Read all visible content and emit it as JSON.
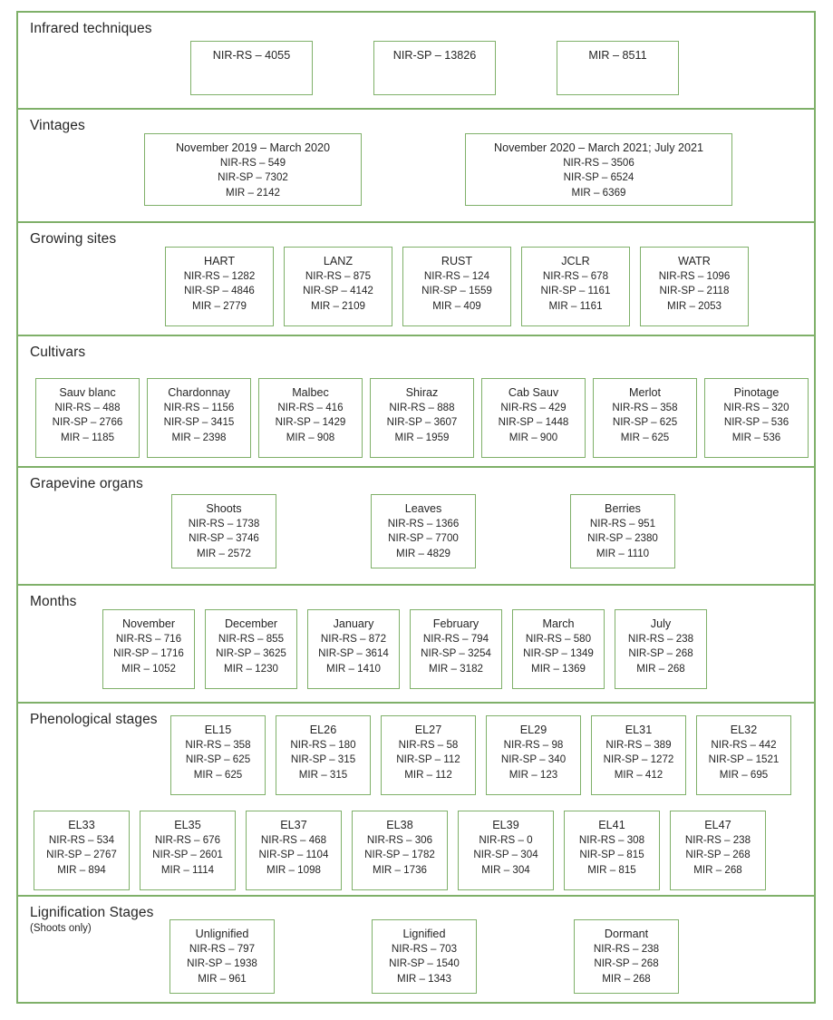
{
  "theme": {
    "border_green": "#7FB069",
    "text": "#262626",
    "background": "#FFFFFF"
  },
  "sections": [
    {
      "label": "Infrared techniques",
      "sublabel": "",
      "boxes": [
        {
          "title": "NIR-RS – 4055",
          "lines": []
        },
        {
          "title": "NIR-SP – 13826",
          "lines": []
        },
        {
          "title": "MIR – 8511",
          "lines": []
        }
      ]
    },
    {
      "label": "Vintages",
      "sublabel": "",
      "boxes": [
        {
          "title": "November 2019 – March 2020",
          "lines": [
            "NIR-RS – 549",
            "NIR-SP – 7302",
            "MIR – 2142"
          ]
        },
        {
          "title": "November 2020 – March 2021; July 2021",
          "lines": [
            "NIR-RS – 3506",
            "NIR-SP – 6524",
            "MIR – 6369"
          ]
        }
      ]
    },
    {
      "label": "Growing sites",
      "sublabel": "",
      "boxes": [
        {
          "title": "HART",
          "lines": [
            "NIR-RS – 1282",
            "NIR-SP – 4846",
            "MIR – 2779"
          ]
        },
        {
          "title": "LANZ",
          "lines": [
            "NIR-RS – 875",
            "NIR-SP – 4142",
            "MIR – 2109"
          ]
        },
        {
          "title": "RUST",
          "lines": [
            "NIR-RS – 124",
            "NIR-SP – 1559",
            "MIR – 409"
          ]
        },
        {
          "title": "JCLR",
          "lines": [
            "NIR-RS – 678",
            "NIR-SP – 1161",
            "MIR – 1161"
          ]
        },
        {
          "title": "WATR",
          "lines": [
            "NIR-RS – 1096",
            "NIR-SP – 2118",
            "MIR – 2053"
          ]
        }
      ]
    },
    {
      "label": "Cultivars",
      "sublabel": "",
      "boxes": [
        {
          "title": "Sauv blanc",
          "lines": [
            "NIR-RS – 488",
            "NIR-SP – 2766",
            "MIR – 1185"
          ]
        },
        {
          "title": "Chardonnay",
          "lines": [
            "NIR-RS – 1156",
            "NIR-SP – 3415",
            "MIR – 2398"
          ]
        },
        {
          "title": "Malbec",
          "lines": [
            "NIR-RS – 416",
            "NIR-SP – 1429",
            "MIR – 908"
          ]
        },
        {
          "title": "Shiraz",
          "lines": [
            "NIR-RS – 888",
            "NIR-SP – 3607",
            "MIR – 1959"
          ]
        },
        {
          "title": "Cab Sauv",
          "lines": [
            "NIR-RS – 429",
            "NIR-SP – 1448",
            "MIR – 900"
          ]
        },
        {
          "title": "Merlot",
          "lines": [
            "NIR-RS – 358",
            "NIR-SP – 625",
            "MIR – 625"
          ]
        },
        {
          "title": "Pinotage",
          "lines": [
            "NIR-RS – 320",
            "NIR-SP – 536",
            "MIR – 536"
          ]
        }
      ]
    },
    {
      "label": "Grapevine organs",
      "sublabel": "",
      "boxes": [
        {
          "title": "Shoots",
          "lines": [
            "NIR-RS – 1738",
            "NIR-SP – 3746",
            "MIR – 2572"
          ]
        },
        {
          "title": "Leaves",
          "lines": [
            "NIR-RS – 1366",
            "NIR-SP – 7700",
            "MIR – 4829"
          ]
        },
        {
          "title": "Berries",
          "lines": [
            "NIR-RS – 951",
            "NIR-SP – 2380",
            "MIR – 1110"
          ]
        }
      ]
    },
    {
      "label": "Months",
      "sublabel": "",
      "boxes": [
        {
          "title": "November",
          "lines": [
            "NIR-RS – 716",
            "NIR-SP – 1716",
            "MIR – 1052"
          ]
        },
        {
          "title": "December",
          "lines": [
            "NIR-RS – 855",
            "NIR-SP – 3625",
            "MIR – 1230"
          ]
        },
        {
          "title": "January",
          "lines": [
            "NIR-RS – 872",
            "NIR-SP – 3614",
            "MIR – 1410"
          ]
        },
        {
          "title": "February",
          "lines": [
            "NIR-RS – 794",
            "NIR-SP – 3254",
            "MIR – 3182"
          ]
        },
        {
          "title": "March",
          "lines": [
            "NIR-RS – 580",
            "NIR-SP – 1349",
            "MIR – 1369"
          ]
        },
        {
          "title": "July",
          "lines": [
            "NIR-RS – 238",
            "NIR-SP – 268",
            "MIR – 268"
          ]
        }
      ]
    },
    {
      "label": "Phenological stages",
      "sublabel": "",
      "boxes_row1": [
        {
          "title": "EL15",
          "lines": [
            "NIR-RS – 358",
            "NIR-SP – 625",
            "MIR – 625"
          ]
        },
        {
          "title": "EL26",
          "lines": [
            "NIR-RS – 180",
            "NIR-SP – 315",
            "MIR – 315"
          ]
        },
        {
          "title": "EL27",
          "lines": [
            "NIR-RS – 58",
            "NIR-SP – 112",
            "MIR – 112"
          ]
        },
        {
          "title": "EL29",
          "lines": [
            "NIR-RS – 98",
            "NIR-SP – 340",
            "MIR – 123"
          ]
        },
        {
          "title": "EL31",
          "lines": [
            "NIR-RS – 389",
            "NIR-SP – 1272",
            "MIR – 412"
          ]
        },
        {
          "title": "EL32",
          "lines": [
            "NIR-RS – 442",
            "NIR-SP – 1521",
            "MIR – 695"
          ]
        }
      ],
      "boxes_row2": [
        {
          "title": "EL33",
          "lines": [
            "NIR-RS – 534",
            "NIR-SP – 2767",
            "MIR – 894"
          ]
        },
        {
          "title": "EL35",
          "lines": [
            "NIR-RS – 676",
            "NIR-SP – 2601",
            "MIR – 1114"
          ]
        },
        {
          "title": "EL37",
          "lines": [
            "NIR-RS – 468",
            "NIR-SP – 1104",
            "MIR – 1098"
          ]
        },
        {
          "title": "EL38",
          "lines": [
            "NIR-RS – 306",
            "NIR-SP – 1782",
            "MIR – 1736"
          ]
        },
        {
          "title": "EL39",
          "lines": [
            "NIR-RS – 0",
            "NIR-SP – 304",
            "MIR – 304"
          ]
        },
        {
          "title": "EL41",
          "lines": [
            "NIR-RS – 308",
            "NIR-SP – 815",
            "MIR – 815"
          ]
        },
        {
          "title": "EL47",
          "lines": [
            "NIR-RS – 238",
            "NIR-SP – 268",
            "MIR – 268"
          ]
        }
      ]
    },
    {
      "label": "Lignification Stages",
      "sublabel": "(Shoots only)",
      "boxes": [
        {
          "title": "Unlignified",
          "lines": [
            "NIR-RS – 797",
            "NIR-SP – 1938",
            "MIR – 961"
          ]
        },
        {
          "title": "Lignified",
          "lines": [
            "NIR-RS – 703",
            "NIR-SP – 1540",
            "MIR – 1343"
          ]
        },
        {
          "title": "Dormant",
          "lines": [
            "NIR-RS – 238",
            "NIR-SP – 268",
            "MIR – 268"
          ]
        }
      ]
    }
  ]
}
